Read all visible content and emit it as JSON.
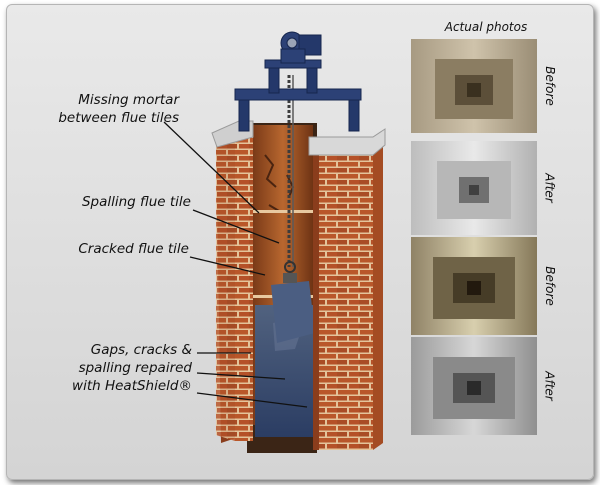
{
  "labels": {
    "missing_mortar_line1": "Missing mortar",
    "missing_mortar_line2": "between flue tiles",
    "spalling": "Spalling flue tile",
    "cracked": "Cracked flue tile",
    "gaps_line1": "Gaps, cracks &",
    "gaps_line2": "spalling repaired",
    "gaps_line3": "with HeatShield®"
  },
  "photos": {
    "title": "Actual photos",
    "items": [
      {
        "caption": "Before"
      },
      {
        "caption": "After"
      },
      {
        "caption": "Before"
      },
      {
        "caption": "After"
      }
    ]
  },
  "colors": {
    "brick": "#b5552a",
    "mortar": "#e9c8a0",
    "flue_tile": "#c9763a",
    "sealant": "#34486e",
    "crank": "#1f3260",
    "crown": "#d8d8d8"
  }
}
